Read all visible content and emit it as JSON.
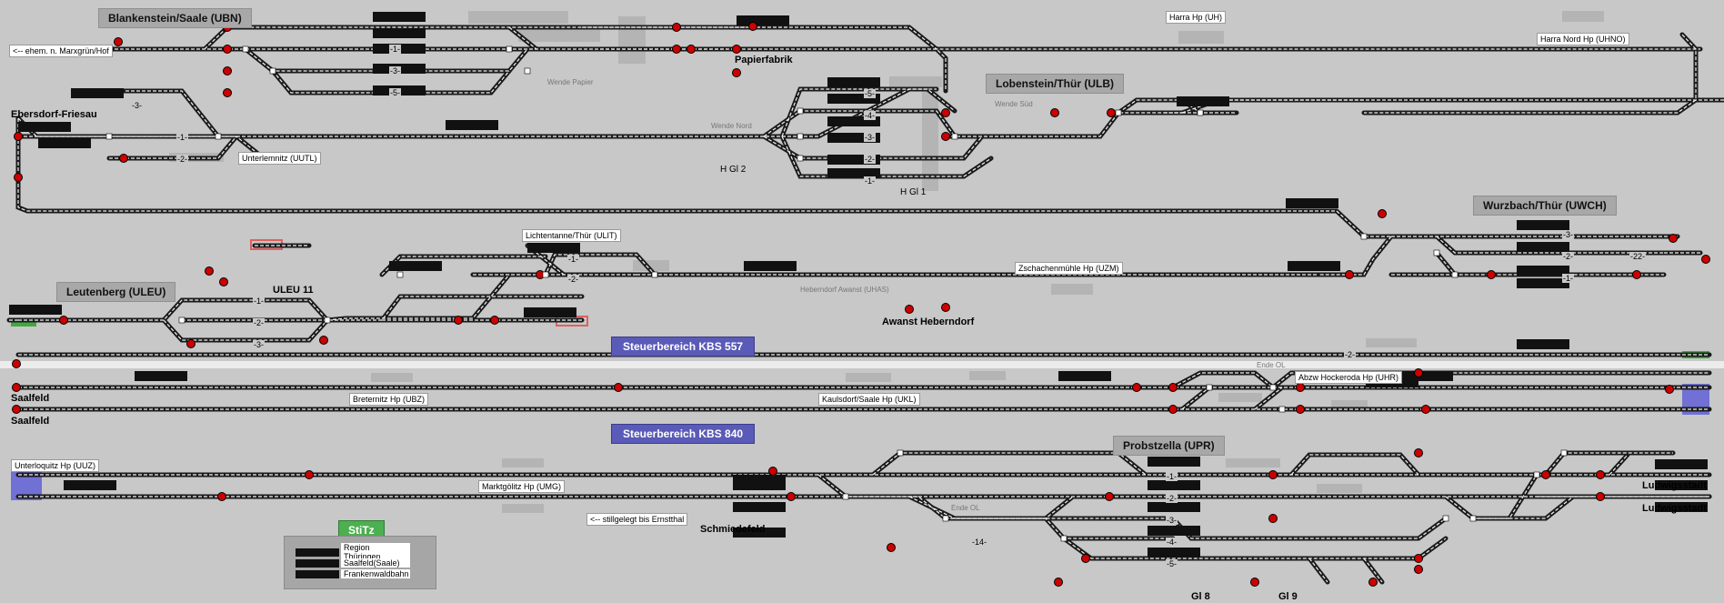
{
  "stations": {
    "blankenstein": "Blankenstein/Saale (UBN)",
    "lobenstein": "Lobenstein/Thür (ULB)",
    "leutenberg": "Leutenberg (ULEU)",
    "wurzbach": "Wurzbach/Thür (UWCH)",
    "probstzella": "Probstzella (UPR)"
  },
  "areas": {
    "kbs557": "Steuerbereich KBS 557",
    "kbs840": "Steuerbereich KBS 840"
  },
  "stops": {
    "harra": "Harra Hp (UH)",
    "harra_nord": "Harra Nord Hp (UHNO)",
    "marxgruen": "<-- ehem. n. Marxgrün/Hof",
    "unterlemnitz": "Unterlemnitz (UUTL)",
    "lichtentanne": "Lichtentanne/Thür (ULIT)",
    "zschachenmuehle": "Zschachenmühle Hp (UZM)",
    "breternitz": "Breternitz Hp (UBZ)",
    "kaulsdorf": "Kaulsdorf/Saale Hp (UKL)",
    "hockeroda": "Abzw Hockeroda Hp (UHR)",
    "unterloquitz": "Unterloquitz Hp (UUZ)",
    "marktgoelitz": "Marktgölitz Hp (UMG)",
    "ernstthal": "<-- stillgelegt bis Ernstthal"
  },
  "places": {
    "papierfabrik": "Papierfabrik",
    "ebersdorf": "Ebersdorf-Friesau",
    "awanst": "Awanst Heberndorf",
    "uleu11": "ULEU 11",
    "saalfeld": "Saalfeld",
    "saalfeld2": "Saalfeld",
    "schmiedefeld": "Schmiedefeld",
    "ludwigsstadt": "Ludwigsstadt",
    "ludwigsstadt2": "Ludwigsstadt",
    "gl8": "Gl 8",
    "gl9": "Gl 9",
    "hgl2": "H Gl 2",
    "hgl1": "H Gl 1"
  },
  "light_labels": {
    "wende_papier": "Wende Papier",
    "wende_nord": "Wende Nord",
    "wende_sued": "Wende Süd",
    "heberndorf": "Heberndorf Awanst (UHAS)",
    "ende_ol_1": "Ende OL",
    "ende_ol_2": "Ende OL"
  },
  "track_numbers": {
    "b1": "-1-",
    "b3": "-3-",
    "b5": "-5-",
    "l5": "-5-",
    "l4": "-4-",
    "l3": "-3-",
    "l2": "-2-",
    "l1": "-1-",
    "e3": "-3-",
    "e1": "-1-",
    "e2": "-2-",
    "li1": "-1-",
    "li2": "-2-",
    "le1": "-1-",
    "le2": "-2-",
    "le3": "-3-",
    "w3": "-3-",
    "w2": "-2-",
    "w1": "-1-",
    "w22": "-22-",
    "h2": "-2-",
    "p1": "-1-",
    "p2": "-2-",
    "p3": "-3-",
    "p4": "-4-",
    "p5": "-5-",
    "p14": "-14-"
  },
  "stitz": {
    "title": "StiTz",
    "items": [
      "Region Thüringen",
      "Saalfeld(Saale)",
      "Frankenwaldbahn"
    ]
  },
  "colors": {
    "background": "#c8c8c8",
    "track": "#ffffff",
    "signal": "#cc0000",
    "block": "#111111",
    "area": "#5a5ab8"
  }
}
